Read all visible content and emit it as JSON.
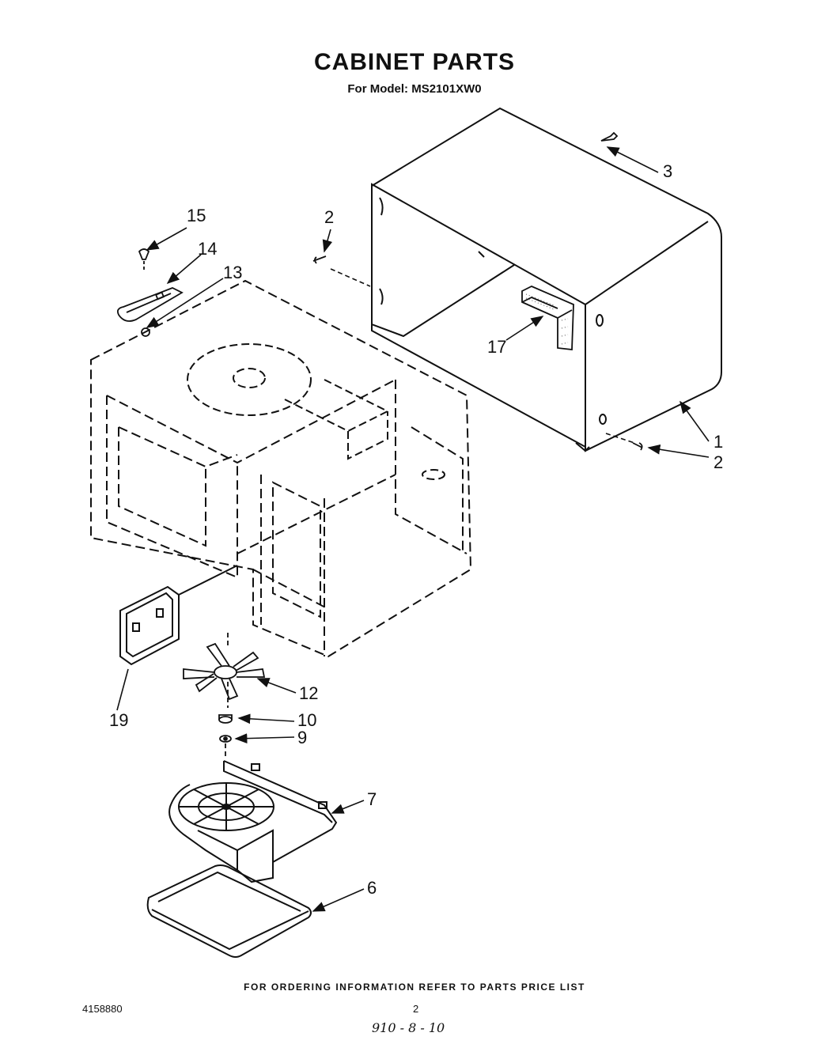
{
  "header": {
    "title": "CABINET PARTS",
    "subtitle": "For Model: MS2101XW0"
  },
  "callouts": {
    "c1": "1",
    "c2a": "2",
    "c2b": "2",
    "c3": "3",
    "c6": "6",
    "c7": "7",
    "c9": "9",
    "c10": "10",
    "c12": "12",
    "c13": "13",
    "c14": "14",
    "c15": "15",
    "c17": "17",
    "c19": "19"
  },
  "footer": {
    "note": "FOR ORDERING INFORMATION REFER TO PARTS PRICE LIST",
    "doc_number": "4158880",
    "page_number": "2",
    "handwritten": "910 - 8 - 10"
  }
}
